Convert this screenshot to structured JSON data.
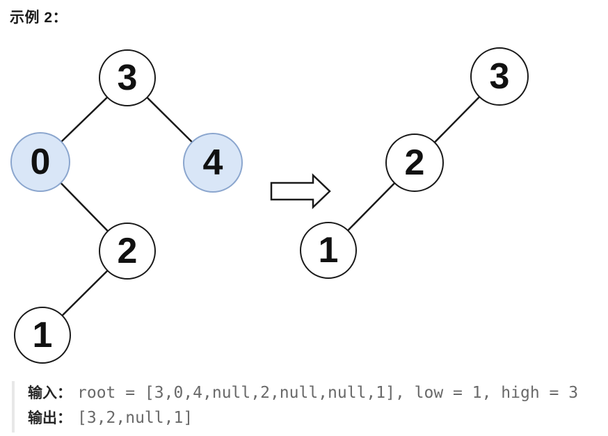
{
  "header": {
    "title": "示例 2："
  },
  "colors": {
    "edge_color": "#1a1a1a",
    "node_border": "#1a1a1a",
    "node_fill": "#ffffff",
    "highlight_fill": "#d9e6f7",
    "highlight_border": "#8ba6ce",
    "block_border": "#e8e8e8",
    "label_text": "#262626",
    "mono_text": "#696969"
  },
  "trees": {
    "before": {
      "nodes": [
        {
          "label": "3",
          "highlighted": false
        },
        {
          "label": "0",
          "highlighted": true
        },
        {
          "label": "4",
          "highlighted": true
        },
        {
          "label": "2",
          "highlighted": false
        },
        {
          "label": "1",
          "highlighted": false
        }
      ]
    },
    "after": {
      "nodes": [
        {
          "label": "3",
          "highlighted": false
        },
        {
          "label": "2",
          "highlighted": false
        },
        {
          "label": "1",
          "highlighted": false
        }
      ]
    }
  },
  "example_block": {
    "input_label": "输入：",
    "input_value": "root = [3,0,4,null,2,null,null,1], low = 1, high = 3",
    "output_label": "输出：",
    "output_value": "[3,2,null,1]"
  }
}
